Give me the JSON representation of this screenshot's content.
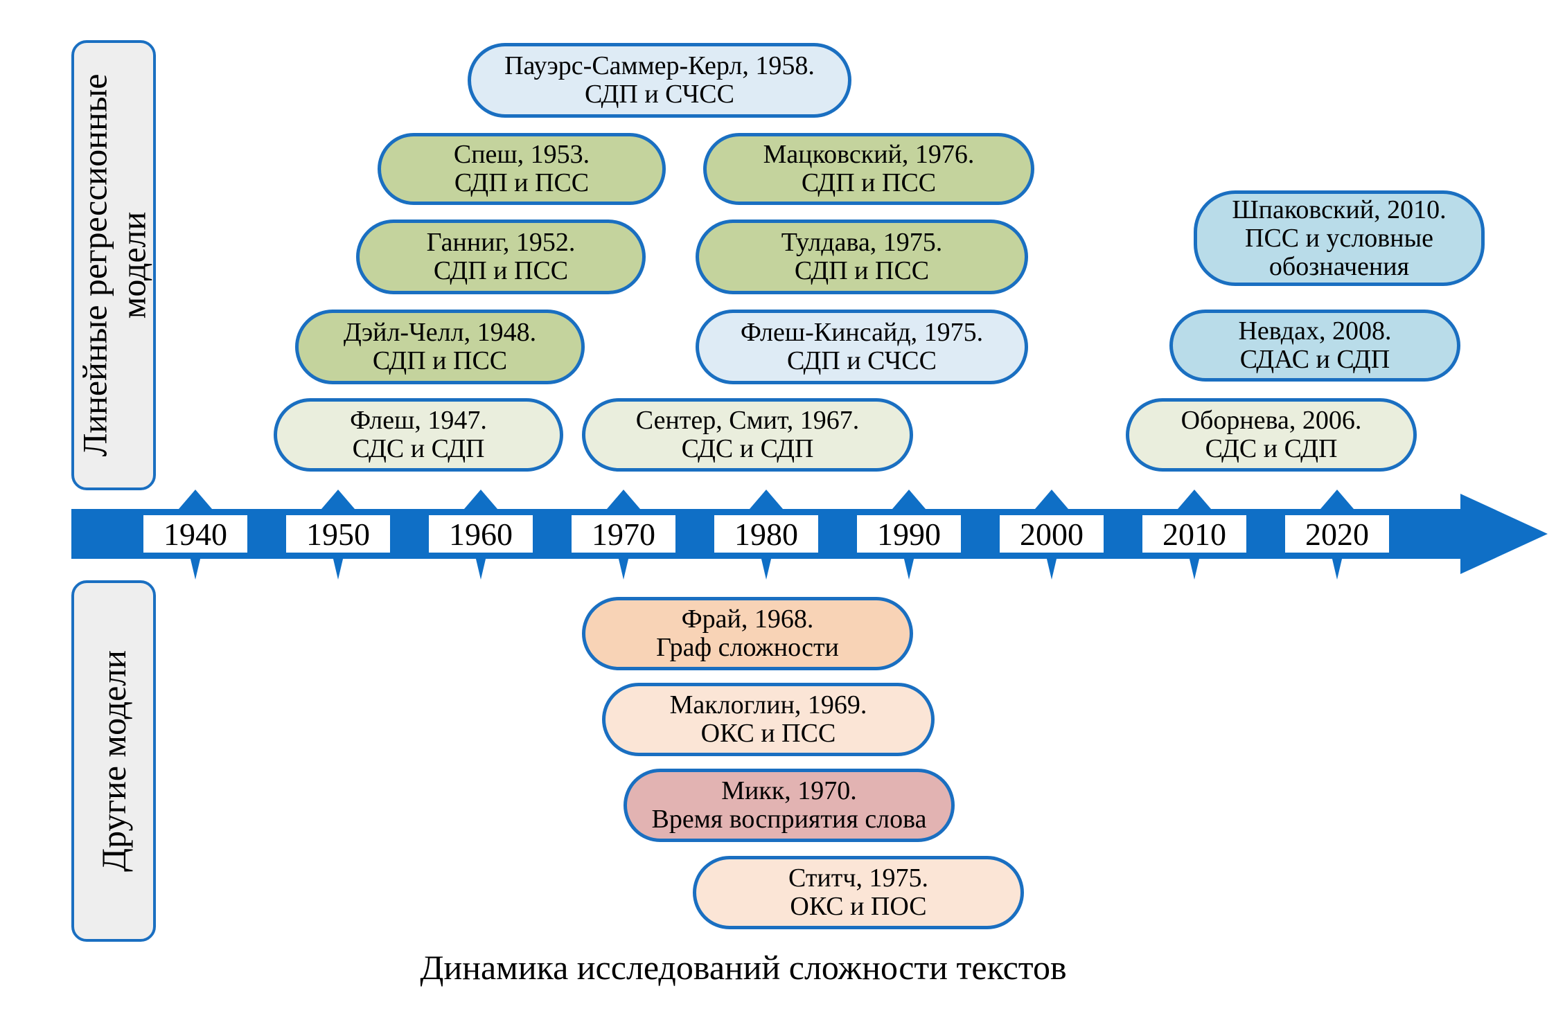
{
  "side_labels": {
    "top": [
      "Линейные регрессионные",
      "модели"
    ],
    "bottom": [
      "Другие модели"
    ]
  },
  "axis": {
    "years": [
      "1940",
      "1950",
      "1960",
      "1970",
      "1980",
      "1990",
      "2000",
      "2010",
      "2020"
    ],
    "color": "#0f6fc6"
  },
  "entries_top": [
    {
      "line1": "Пауэрс-Саммер-Керл, 1958.",
      "line2": "СДП и СЧСС"
    },
    {
      "line1": "Спеш, 1953.",
      "line2": "СДП и ПСС"
    },
    {
      "line1": "Мацковский, 1976.",
      "line2": "СДП и ПСС"
    },
    {
      "line1": "Шпаковский, 2010.",
      "line2": "ПСС и условные",
      "line3": "обозначения"
    },
    {
      "line1": "Ганниг, 1952.",
      "line2": "СДП и ПСС"
    },
    {
      "line1": "Тулдава, 1975.",
      "line2": "СДП и ПСС"
    },
    {
      "line1": "Дэйл-Челл, 1948.",
      "line2": "СДП и ПСС"
    },
    {
      "line1": "Флеш-Кинсайд, 1975.",
      "line2": "СДП и СЧСС"
    },
    {
      "line1": "Невдах, 2008.",
      "line2": "СДАС и СДП"
    },
    {
      "line1": "Флеш, 1947.",
      "line2": "СДС и СДП"
    },
    {
      "line1": "Сентер, Смит, 1967.",
      "line2": "СДС и СДП"
    },
    {
      "line1": "Оборнева, 2006.",
      "line2": "СДС и СДП"
    }
  ],
  "entries_bottom": [
    {
      "line1": "Фрай, 1968.",
      "line2": "Граф сложности"
    },
    {
      "line1": "Маклоглин, 1969.",
      "line2": "ОКС и ПСС"
    },
    {
      "line1": "Микк, 1970.",
      "line2": "Время восприятия слова"
    },
    {
      "line1": "Ститч, 1975.",
      "line2": "ОКС и ПОС"
    }
  ],
  "caption": "Динамика исследований сложности текстов",
  "colors": {
    "border": "#1a6fc1",
    "light_green": "#eaeedd",
    "green": "#c4d39d",
    "light_blue": "#deebf5",
    "blue": "#b9dce9",
    "orange": "#f8d3b6",
    "peach": "#fbe5d6",
    "rose": "#e2b3b2",
    "side_label_fill": "#eeeeee"
  }
}
